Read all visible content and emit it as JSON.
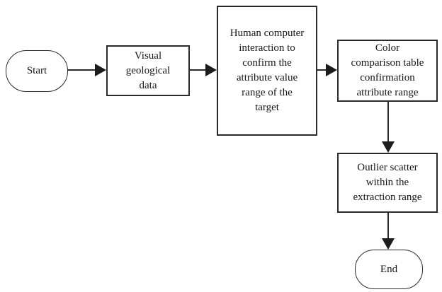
{
  "diagram": {
    "type": "flowchart",
    "background_color": "#ffffff",
    "line_color": "#2b2b2b",
    "text_color": "#161616",
    "nodes": {
      "start": {
        "label": "Start",
        "shape": "terminator"
      },
      "visual_geological_data": {
        "label": "Visual\ngeological\ndata",
        "shape": "process"
      },
      "human_computer_interaction": {
        "label": "Human computer\ninteraction to\nconfirm the\nattribute value\nrange of the\ntarget",
        "shape": "process"
      },
      "color_comparison_table": {
        "label": "Color\ncomparison table\nconfirmation\nattribute range",
        "shape": "process"
      },
      "outlier_scatter": {
        "label": "Outlier scatter\nwithin the\nextraction range",
        "shape": "process"
      },
      "end": {
        "label": "End",
        "shape": "terminator"
      }
    },
    "edges": [
      {
        "from": "start",
        "to": "visual_geological_data",
        "direction": "right"
      },
      {
        "from": "visual_geological_data",
        "to": "human_computer_interaction",
        "direction": "right"
      },
      {
        "from": "human_computer_interaction",
        "to": "color_comparison_table",
        "direction": "right"
      },
      {
        "from": "color_comparison_table",
        "to": "outlier_scatter",
        "direction": "down"
      },
      {
        "from": "outlier_scatter",
        "to": "end",
        "direction": "down"
      }
    ]
  }
}
